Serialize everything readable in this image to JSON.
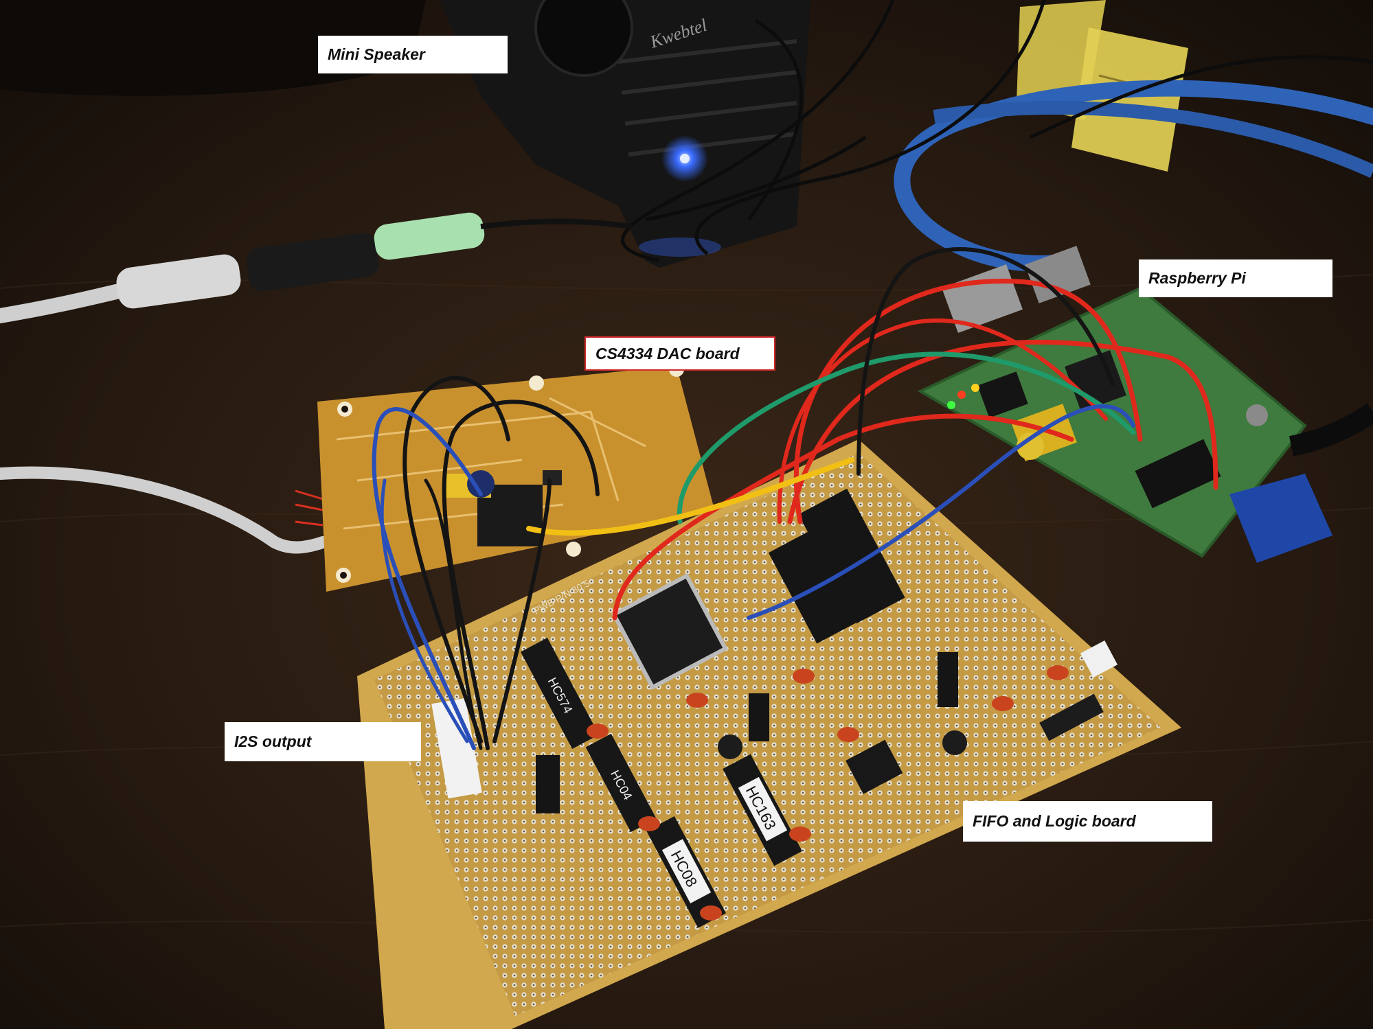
{
  "labels": {
    "mini_speaker": "Mini Speaker",
    "dac_board": "CS4334 DAC board",
    "raspberry_pi": "Raspberry Pi",
    "i2s_output": "I2S output",
    "fifo_logic_board": "FIFO and Logic board"
  },
  "chips": {
    "hc574": "HC574",
    "hc04": "HC04",
    "hc163": "HC163",
    "hc08": "HC08"
  },
  "board_print": "PWB P/N 80.5",
  "speaker_brand": "Kwebtel",
  "colors": {
    "desk": "#2a1d14",
    "perfboard": "#c9a24a",
    "pi_green": "#3f7a3e",
    "wire_red": "#e0281c",
    "wire_green": "#1f9a6a",
    "wire_blue": "#2a4fb8",
    "wire_yellow": "#f2c014",
    "wire_black": "#141414",
    "led_blue": "#3a6cff"
  }
}
